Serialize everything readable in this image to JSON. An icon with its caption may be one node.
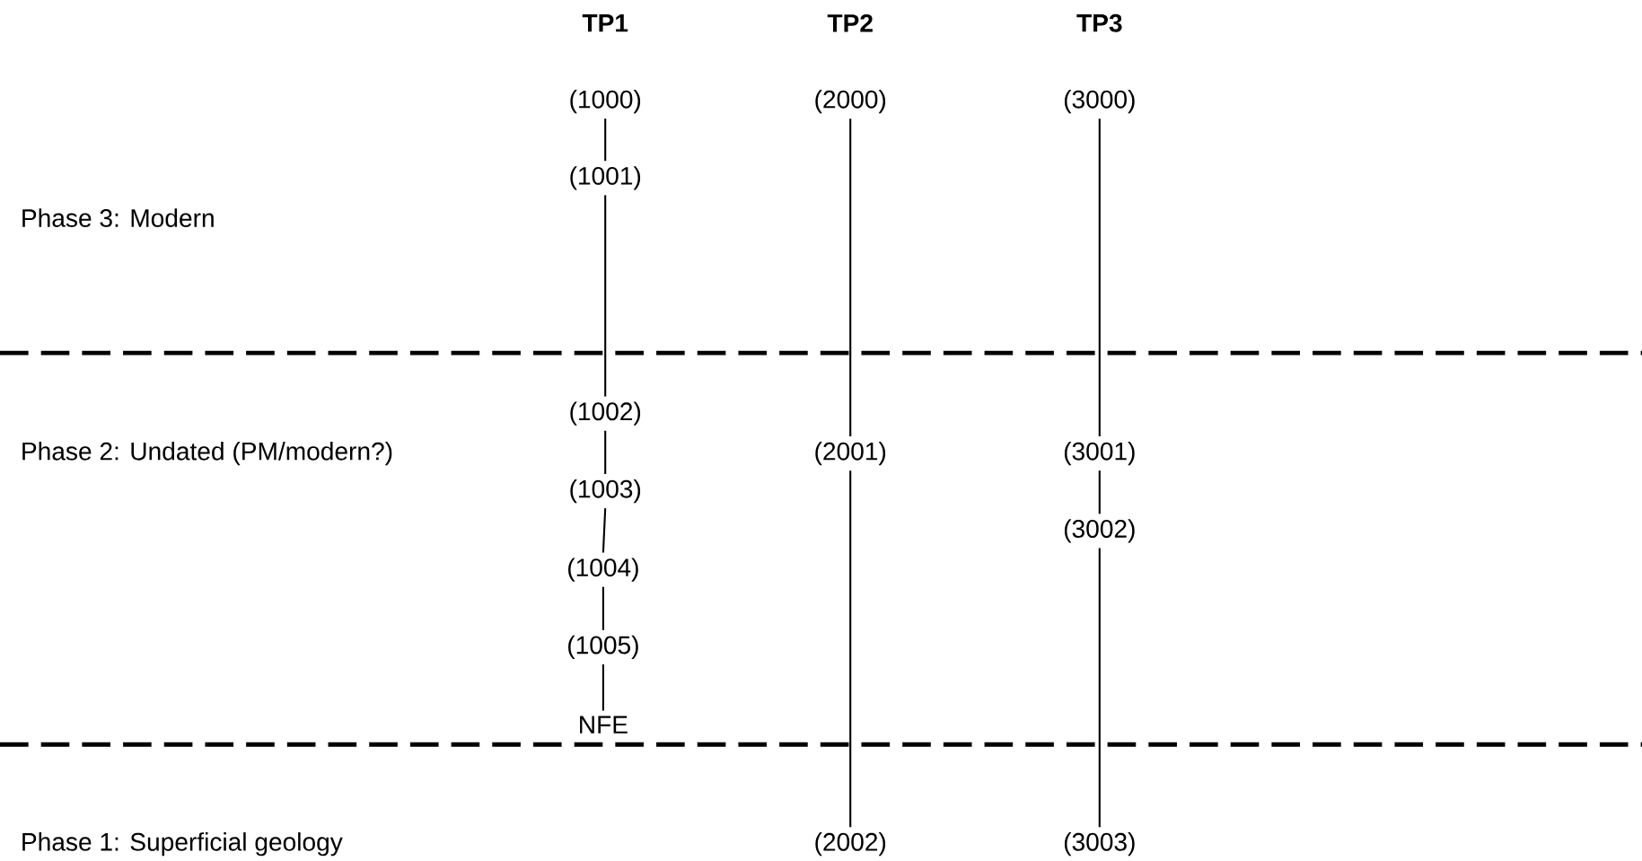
{
  "diagram": {
    "nodes": [
      {
        "text": [
          "(1000)"
        ]
      },
      {
        "text": [
          "(2000)"
        ]
      },
      {
        "text": [
          "(3000)"
        ]
      },
      {
        "text": [
          "(1001)"
        ]
      },
      {
        "text": [
          "(1002)"
        ]
      },
      {
        "text": [
          "(2001)"
        ]
      },
      {
        "text": [
          "(3001)"
        ]
      },
      {
        "text": [
          "(1003)"
        ]
      },
      {
        "text": [
          "(3002)"
        ]
      },
      {
        "text": [
          "(1004)"
        ]
      },
      {
        "text": [
          "(1005)"
        ]
      },
      {
        "text": [
          "NFE"
        ]
      },
      {
        "text": [
          "(2002)"
        ]
      },
      {
        "text": [
          "(3003)"
        ]
      }
    ],
    "edges": [
      {
        "from": 0,
        "to": 3,
        "arrow": "none"
      },
      {
        "from": 3,
        "to": 4,
        "arrow": "none"
      },
      {
        "from": 4,
        "to": 7,
        "arrow": "none"
      },
      {
        "from": 7,
        "to": 9,
        "arrow": "none"
      },
      {
        "from": 9,
        "to": 10,
        "arrow": "none"
      },
      {
        "from": 10,
        "to": 11,
        "arrow": "none"
      },
      {
        "from": 1,
        "to": 5,
        "arrow": "none"
      },
      {
        "from": 5,
        "to": 12,
        "arrow": "none"
      },
      {
        "from": 2,
        "to": 6,
        "arrow": "none"
      },
      {
        "from": 6,
        "to": 8,
        "arrow": "none"
      },
      {
        "from": 8,
        "to": 13,
        "arrow": "none"
      }
    ],
    "labels": [
      "TP1",
      "TP2",
      "TP3",
      "Phase 3: Modern",
      "Phase 2: Undated (PM/modern?)",
      "Phase 1: Superficial geology"
    ]
  }
}
